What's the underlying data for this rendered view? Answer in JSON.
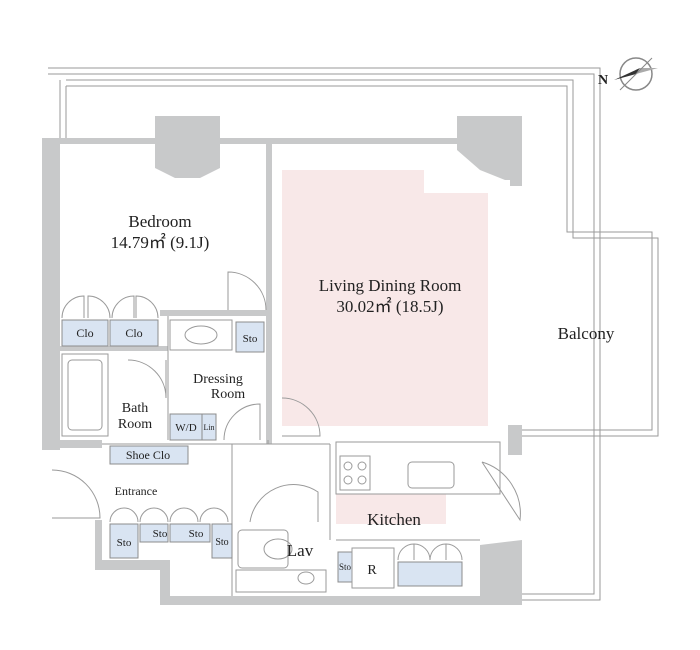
{
  "rooms": {
    "bedroom": {
      "name": "Bedroom",
      "area": "14.79㎡ (9.1J)"
    },
    "living": {
      "name": "Living Dining Room",
      "area": "30.02㎡ (18.5J)"
    },
    "balcony": {
      "name": "Balcony"
    },
    "dressing": {
      "line1": "Dressing",
      "line2": "Room"
    },
    "bath": {
      "line1": "Bath",
      "line2": "Room"
    },
    "entrance": {
      "name": "Entrance"
    },
    "kitchen": {
      "name": "Kitchen"
    },
    "lav": {
      "name": "Lav"
    }
  },
  "storage": {
    "clo1": "Clo",
    "clo2": "Clo",
    "sto_dressing": "Sto",
    "wd": "W/D",
    "lin": "Lin",
    "shoe_clo": "Shoe Clo",
    "sto_e1": "Sto",
    "sto_e2": "Sto",
    "sto_e3": "Sto",
    "sto_e4": "Sto",
    "sto_k": "Sto",
    "fridge": "R"
  },
  "compass": {
    "north_label": "N"
  },
  "colors": {
    "wall": "#c8c9ca",
    "living_floor": "#f8e8e8",
    "storage_box": "#d9e4f2"
  }
}
